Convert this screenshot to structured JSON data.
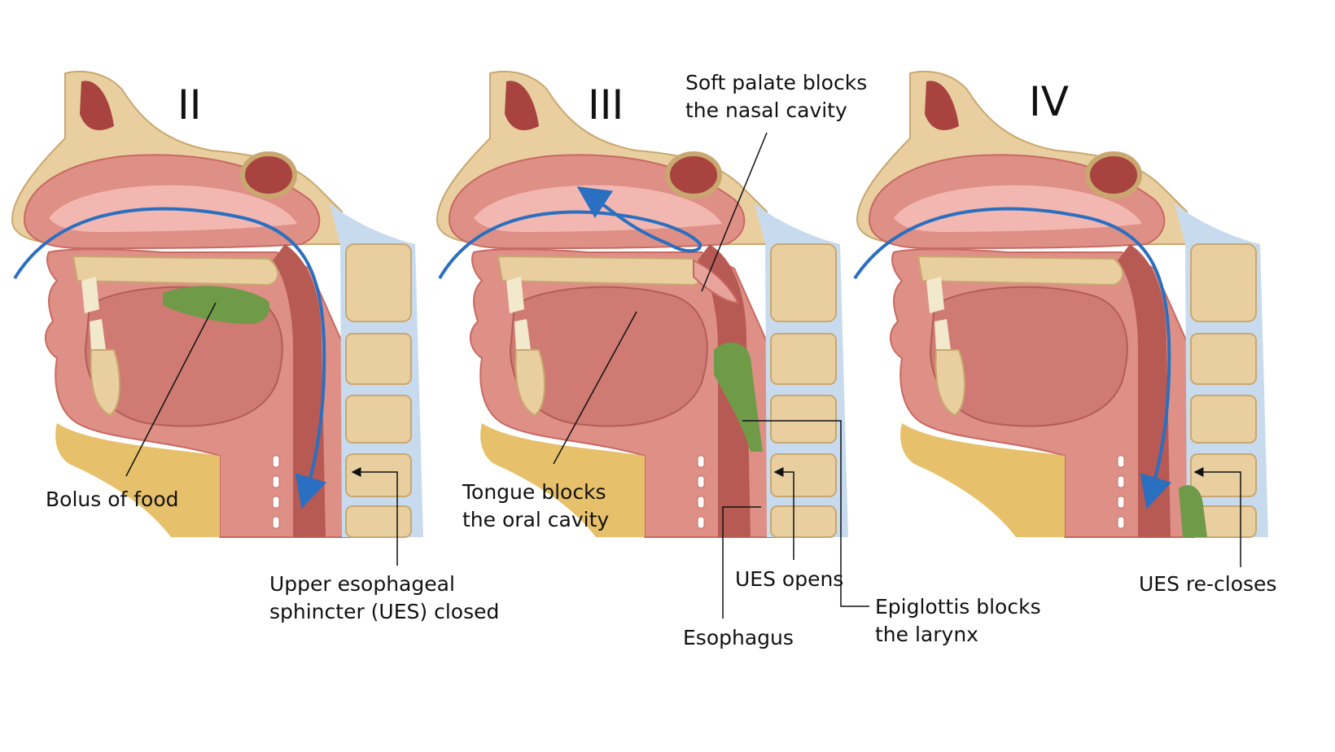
{
  "stages": [
    {
      "numeral": "II"
    },
    {
      "numeral": "III"
    },
    {
      "numeral": "IV"
    }
  ],
  "labels": {
    "bolus": "Bolus of food",
    "ues_closed": "Upper esophageal\nsphincter (UES) closed",
    "soft_palate": "Soft palate blocks\nthe nasal cavity",
    "tongue": "Tongue blocks\nthe oral cavity",
    "ues_opens": "UES opens",
    "esophagus": "Esophagus",
    "epiglottis": "Epiglottis blocks\nthe larynx",
    "ues_recloses": "UES re-closes"
  },
  "colors": {
    "bone": "#e9cfa0",
    "bone_edge": "#c9a870",
    "flesh": "#de8f86",
    "flesh_dark": "#c86a62",
    "cavity": "#f3b7b1",
    "cavity_dark": "#a8433f",
    "neck": "#e6c06a",
    "bolus": "#6f9a48",
    "arrow": "#2a6fc0",
    "spine_gap": "#c8dbee"
  }
}
